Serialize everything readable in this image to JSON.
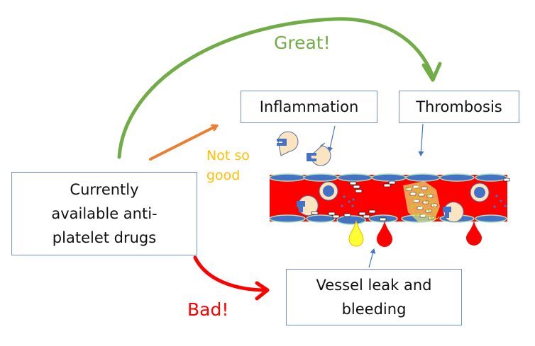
{
  "colors": {
    "good": "#70ad47",
    "moderate": "#ed7d31",
    "moderate_text": "#ffc000",
    "bad": "#ff0000",
    "box_border": "#6f93cf",
    "pointer": "#4472c4",
    "vessel_blood": "#ff0000",
    "vessel_cell": "#4472c4",
    "vessel_edge": "#a9e0b8",
    "cell_body": "#fbe5c0",
    "platelet": "#ffffff",
    "fibrin": "#d7cf3a",
    "plasma_drop": "#ffff33"
  },
  "boxes": {
    "drugs": {
      "lines": [
        "Currently",
        "available anti-",
        "platelet drugs"
      ]
    },
    "inflammation": {
      "label": "Inflammation"
    },
    "thrombosis": {
      "label": "Thrombosis"
    },
    "bleeding": {
      "lines": [
        "Vessel leak and",
        "bleeding"
      ]
    }
  },
  "arrows": {
    "great": {
      "label": "Great!",
      "target": "Thrombosis"
    },
    "not_so_good": {
      "lines": [
        "Not so",
        "good"
      ],
      "target": "Inflammation"
    },
    "bad": {
      "label": "Bad!",
      "target": "Vessel leak and bleeding"
    }
  },
  "illustration": {
    "subject": "blood vessel cross-section",
    "elements": [
      "leukocytes",
      "platelets",
      "thrombus with fibrin",
      "blood drops",
      "plasma drop"
    ]
  }
}
